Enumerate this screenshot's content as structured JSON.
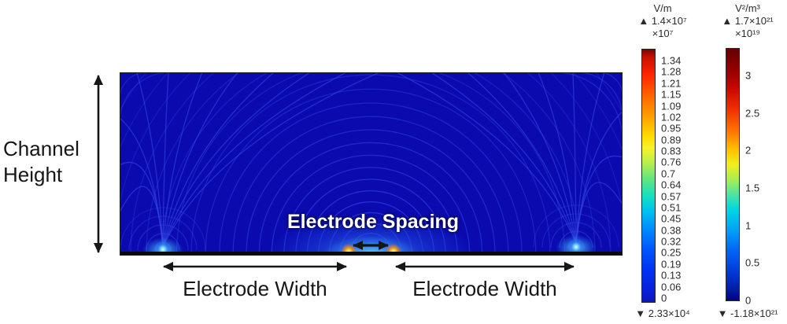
{
  "figure": {
    "channel_height_label": "Channel Height",
    "electrode_spacing_label": "Electrode Spacing",
    "electrode_width_left_label": "Electrode Width",
    "electrode_width_right_label": "Electrode Width"
  },
  "colorbars": {
    "efield": {
      "unit": "V/m",
      "max_label": "▲ 1.4×10⁷",
      "scale_label": "×10⁷",
      "min_label": "▼ 2.33×10⁴",
      "ticks": [
        "1.34",
        "1.28",
        "1.21",
        "1.15",
        "1.09",
        "1.02",
        "0.95",
        "0.89",
        "0.83",
        "0.76",
        "0.7",
        "0.64",
        "0.57",
        "0.51",
        "0.45",
        "0.38",
        "0.32",
        "0.25",
        "0.19",
        "0.13",
        "0.06",
        "0"
      ]
    },
    "grad": {
      "unit": "V²/m³",
      "max_label": "▲ 1.7×10²¹",
      "scale_label": "×10¹⁹",
      "min_label": "▼ -1.18×10²¹",
      "ticks": [
        "3",
        "2.5",
        "2",
        "1.5",
        "1",
        "0.5",
        "0"
      ]
    }
  },
  "colors": {
    "field_background": "#0a0aae",
    "contour_line": "#3347e6",
    "hot_spot_core": "#fff3b0",
    "hot_spot_ring": "#ff8c00",
    "edge_spot_core": "#dcffff",
    "edge_spot_ring": "#2d7dff",
    "annotation": "#161616",
    "spacing_text": "#ffffff"
  }
}
